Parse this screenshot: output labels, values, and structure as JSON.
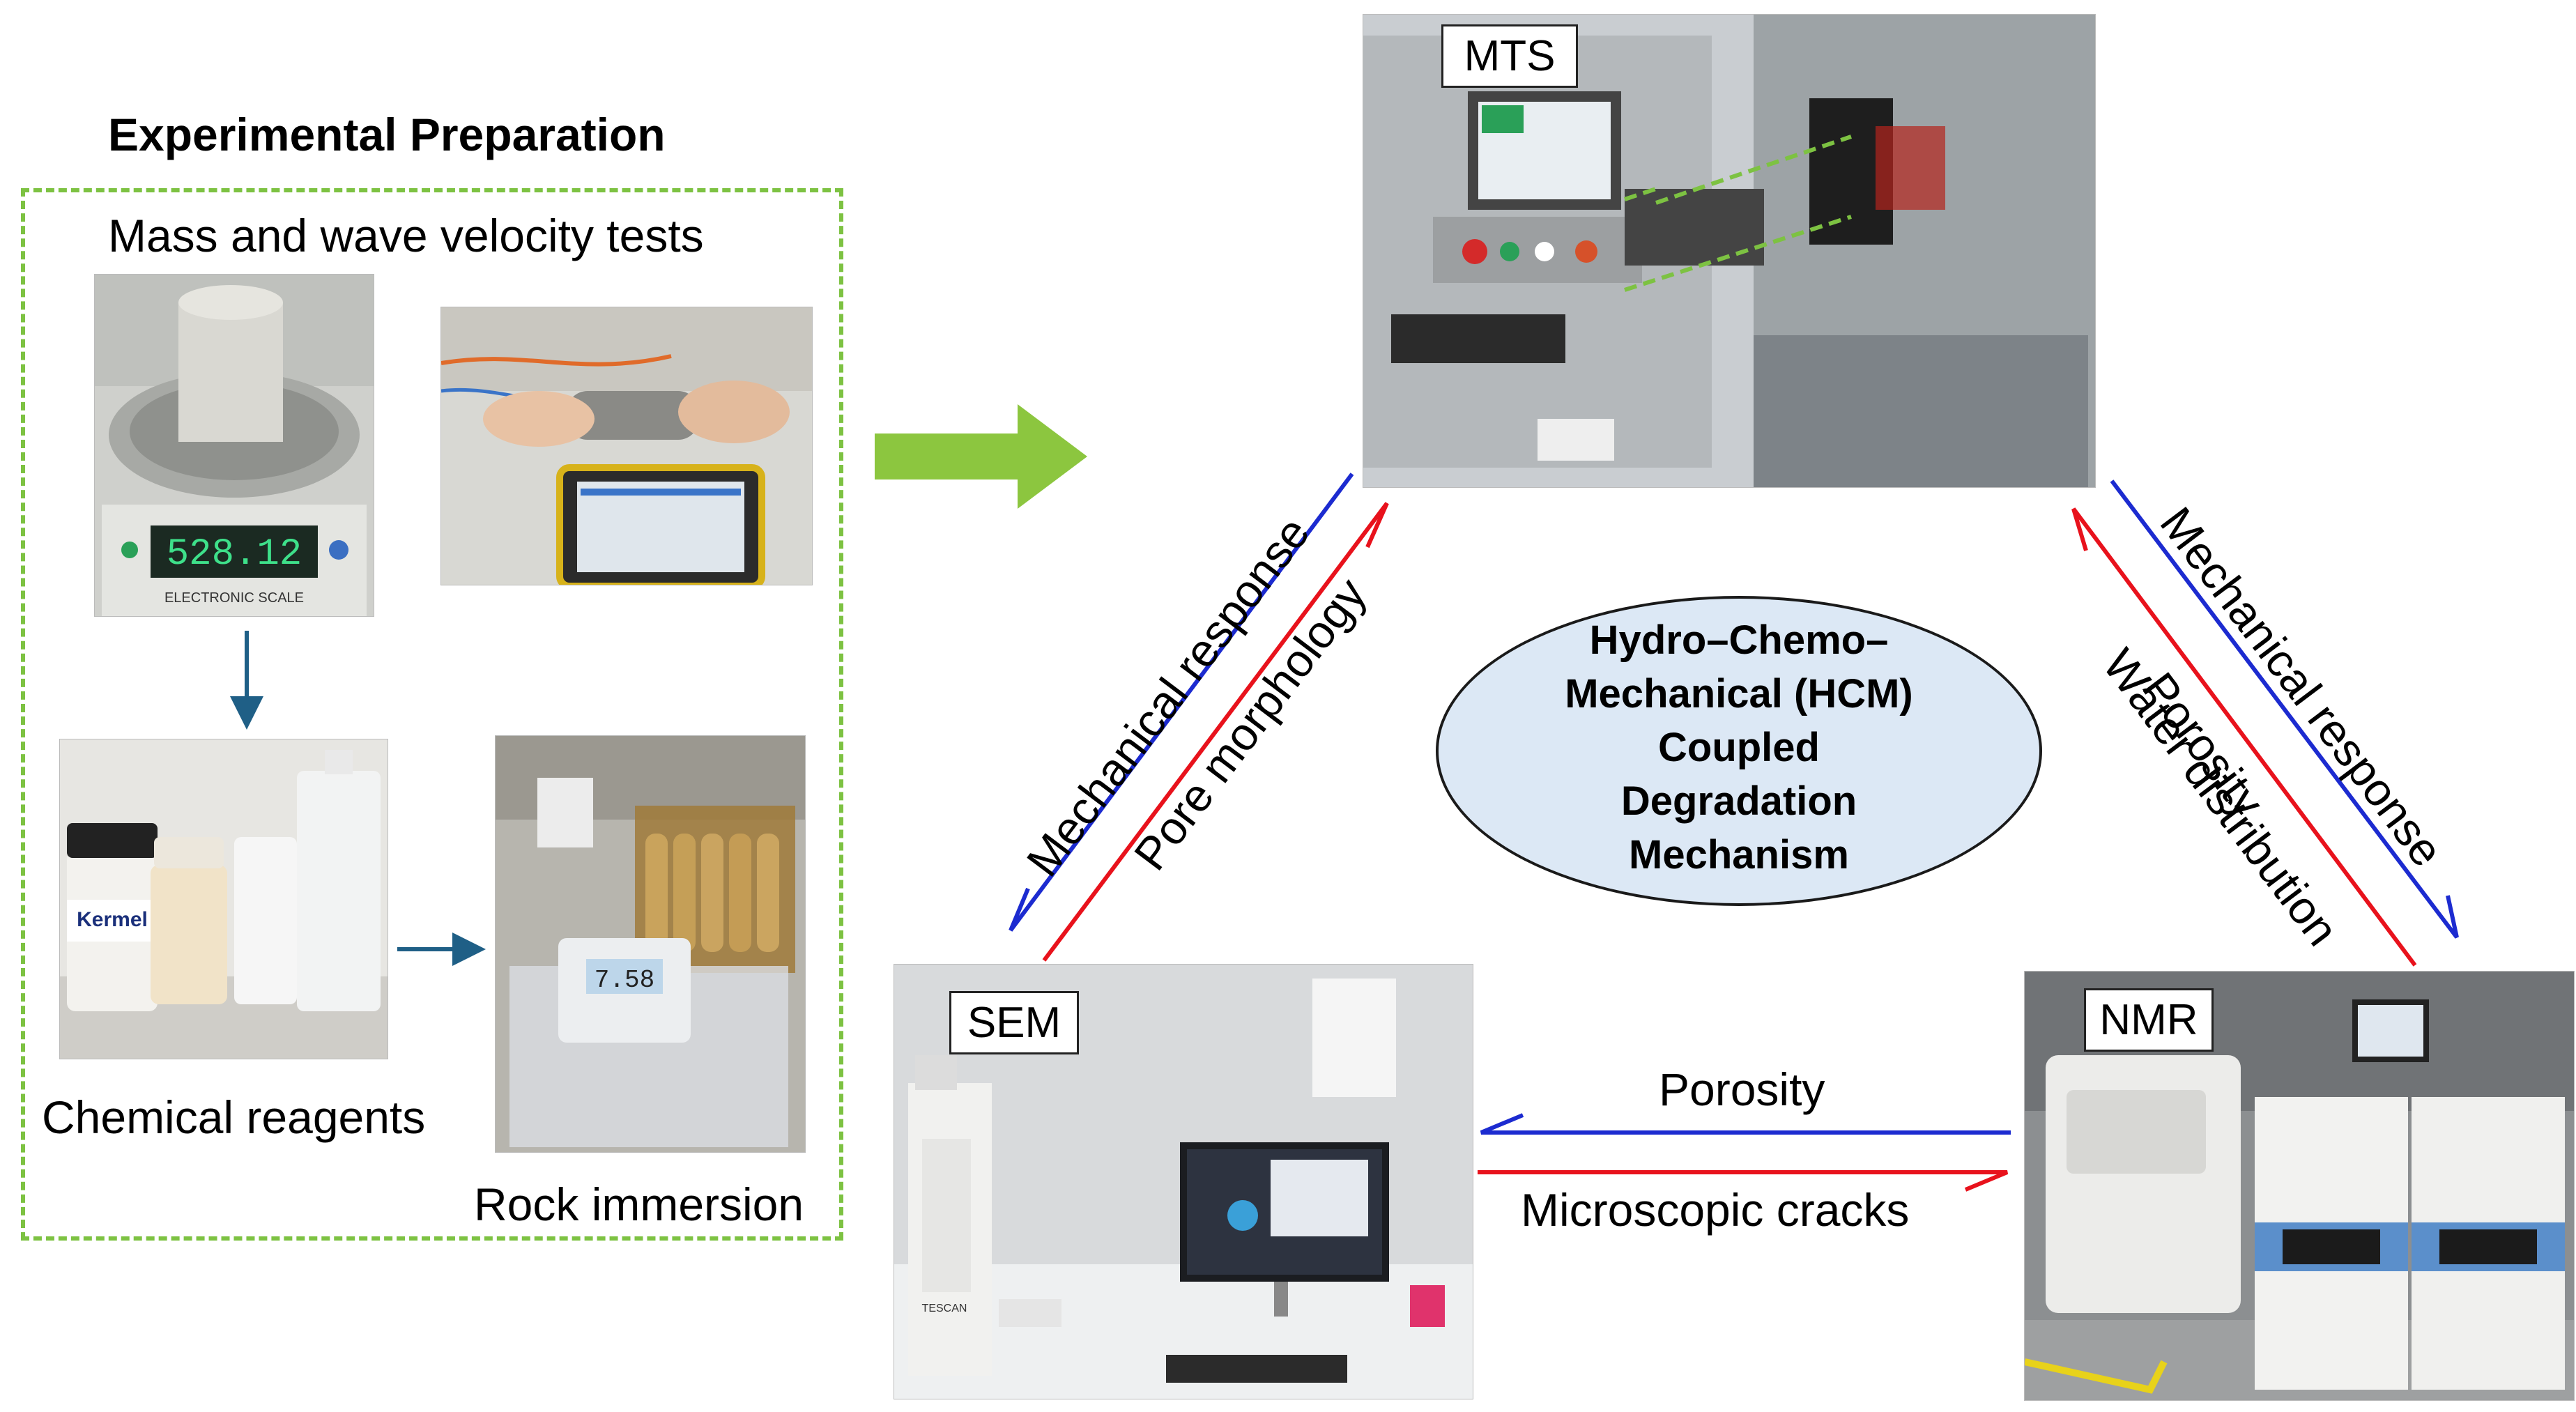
{
  "prep": {
    "title": "Experimental Preparation",
    "mass_wave": "Mass and wave velocity tests",
    "chemical": "Chemical reagents",
    "immersion": "Rock immersion",
    "scale_readout": "528.12",
    "scale_brand": "ELECTRONIC SCALE",
    "reagent_brand": "Kermel",
    "meter_readout": "7.58"
  },
  "instruments": {
    "mts": "MTS",
    "sem": "SEM",
    "nmr": "NMR",
    "sem_brand": "TESCAN"
  },
  "center": {
    "line1": "Hydro–Chemo–",
    "line2": "Mechanical (HCM)",
    "line3": "Coupled",
    "line4": "Degradation",
    "line5": "Mechanism"
  },
  "arrows": {
    "left_out": "Mechanical response",
    "left_in": "Pore morphology",
    "right_out": "Mechanical response",
    "right_in1": "Porosity",
    "right_in2": "Water distribution",
    "bottom_top": "Porosity",
    "bottom_bottom": "Microscopic cracks"
  },
  "colors": {
    "dashed_box": "#7dc242",
    "big_arrow": "#8cc63f",
    "flow_arrow": "#1f5f86",
    "blue": "#1c2bd0",
    "red": "#e8121c",
    "ellipse_fill": "#dce8f5"
  }
}
